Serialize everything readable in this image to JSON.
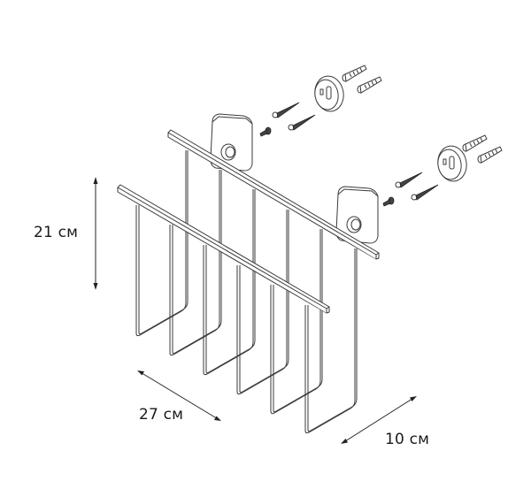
{
  "diagram": {
    "subject": "wall-mounted wire basket / magazine holder",
    "dimensions": {
      "height": {
        "value": 21,
        "unit": "см",
        "label": "21 см"
      },
      "width": {
        "value": 27,
        "unit": "см",
        "label": "27 см"
      },
      "depth": {
        "value": 10,
        "unit": "см",
        "label": "10 см"
      }
    },
    "components": {
      "wire_loops": 6,
      "horizontal_bars": 2,
      "wall_brackets": 2,
      "mounting_sets": [
        {
          "name": "upper-mounting-set",
          "screws": 2,
          "wall_plugs": 2,
          "mount_plate": 1,
          "set_screw": 1
        },
        {
          "name": "lower-mounting-set",
          "screws": 2,
          "wall_plugs": 2,
          "mount_plate": 1,
          "set_screw": 1
        }
      ]
    },
    "colors": {
      "line": "#3a3a3a",
      "text": "#1a1a1a",
      "background": "#ffffff"
    }
  }
}
